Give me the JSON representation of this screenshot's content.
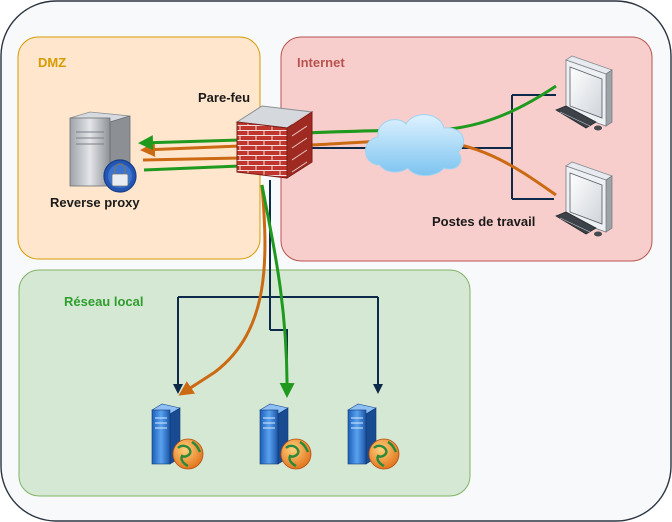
{
  "zones": {
    "dmz": {
      "label": "DMZ",
      "color": "#d79b00"
    },
    "internet": {
      "label": "Internet",
      "color": "#b85450"
    },
    "local": {
      "label": "Réseau local",
      "color": "#2e9e2e"
    }
  },
  "nodes": {
    "firewall": {
      "label": "Pare-feu",
      "icon": "firewall-icon"
    },
    "reverse_proxy": {
      "label": "Reverse proxy",
      "icon": "server-lock-icon"
    },
    "workstations": {
      "label": "Postes de travail",
      "icon": "desktop-computer-icon"
    },
    "internet_cloud": {
      "icon": "cloud-icon"
    },
    "lan_servers": {
      "icon": "web-server-icon"
    }
  },
  "colors": {
    "flow_green": "#1f9a1f",
    "flow_orange": "#cc6a14",
    "link_navy": "#0e2a4a",
    "dmz_fill": "#ffe6cc",
    "internet_fill": "#f8cecc",
    "local_fill": "#d5e8d4"
  }
}
